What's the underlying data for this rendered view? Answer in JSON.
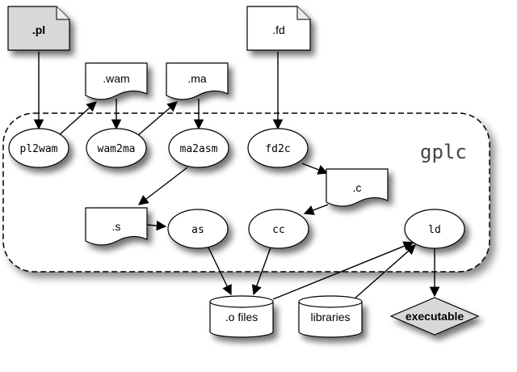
{
  "container": {
    "title": "gplc"
  },
  "files": {
    "pl": ".pl",
    "fd": ".fd",
    "wam": ".wam",
    "ma": ".ma",
    "c": ".c",
    "s": ".s"
  },
  "processes": {
    "pl2wam": "pl2wam",
    "wam2ma": "wam2ma",
    "ma2asm": "ma2asm",
    "fd2c": "fd2c",
    "as": "as",
    "cc": "cc",
    "ld": "ld"
  },
  "stores": {
    "ofiles": ".o files",
    "libraries": "libraries"
  },
  "output": {
    "executable": "executable"
  },
  "colors": {
    "input_file_fill": "#d8d8d8",
    "node_fill": "#ffffff",
    "stroke": "#000000",
    "container_stroke": "#000000"
  }
}
